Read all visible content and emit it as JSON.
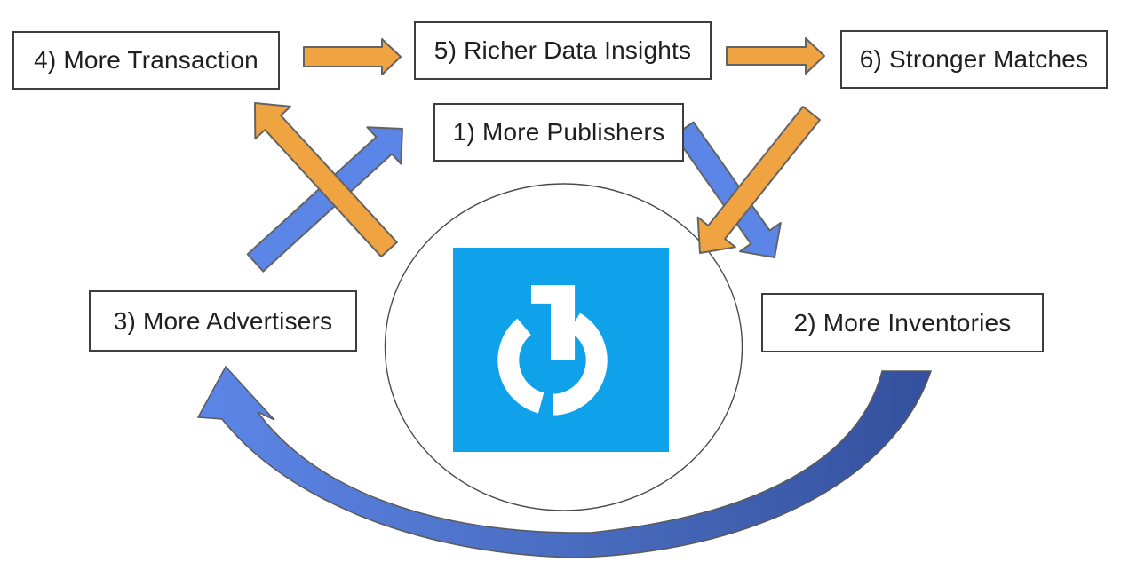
{
  "diagram": {
    "nodes": [
      {
        "label": "1) More Publishers"
      },
      {
        "label": "2) More Inventories"
      },
      {
        "label": "3) More Advertisers"
      },
      {
        "label": "4) More Transaction"
      },
      {
        "label": "5) Richer Data Insights"
      },
      {
        "label": "6) Stronger Matches"
      }
    ],
    "edges": [
      {
        "from": "4) More Transaction",
        "to": "5) Richer Data Insights",
        "style": "orange straight arrow"
      },
      {
        "from": "5) Richer Data Insights",
        "to": "6) Stronger Matches",
        "style": "orange straight arrow"
      },
      {
        "from": "6) Stronger Matches",
        "to": "center hub",
        "style": "orange diagonal arrow down-left"
      },
      {
        "from": "center hub",
        "to": "4) More Transaction",
        "style": "orange diagonal arrow up-left"
      },
      {
        "from": "1) More Publishers",
        "to": "2) More Inventories",
        "style": "blue diagonal arrow down-right"
      },
      {
        "from": "3) More Advertisers",
        "to": "1) More Publishers",
        "style": "blue diagonal arrow up-right"
      },
      {
        "from": "2) More Inventories",
        "to": "3) More Advertisers",
        "style": "blue curved swoosh arrow along bottom"
      }
    ],
    "center": {
      "icon": "power-button-1 logo in blue square inside thin circle"
    }
  },
  "colors": {
    "orange": "#F0A341",
    "blue": "#5B86E8",
    "swoosh_left": "#5C86E8",
    "swoosh_mid": "#4465B5",
    "swoosh_right": "#33509E",
    "logo_blue": "#0FA1E9"
  }
}
